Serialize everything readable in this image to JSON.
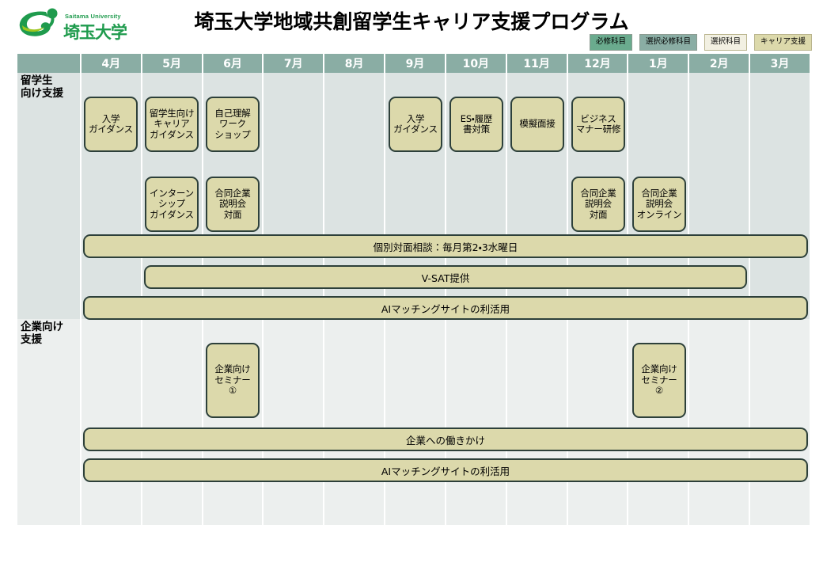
{
  "header": {
    "title": "埼玉大学地域共創留学生キャリア支援プログラム",
    "logo": {
      "name": "saitama-university-logo",
      "en": "Saitama University",
      "jp": "埼玉大学",
      "green": "#1f9b4d",
      "yellow_green": "#9ec61e"
    },
    "legend": [
      {
        "label": "必修科目",
        "bg": "#6aab8e",
        "fg": "#000000",
        "border": "#8d9c92"
      },
      {
        "label": "選択必修科目",
        "bg": "#8aada4",
        "fg": "#000000",
        "border": "#8d9c92"
      },
      {
        "label": "選択科目",
        "bg": "#f2f0e2",
        "fg": "#000000",
        "border": "#b9b48d"
      },
      {
        "label": "キャリア支援",
        "bg": "#dcd9ab",
        "fg": "#000000",
        "border": "#b9b48d"
      }
    ]
  },
  "colors": {
    "header_row_bg": "#8aada4",
    "header_row_fg": "#ffffff",
    "band1_bg": "#dce3e2",
    "band2_bg": "#ecefee",
    "box_bg": "#dcd9ab",
    "box_border": "#2d403a"
  },
  "chart_data": {
    "type": "table",
    "title": "埼玉大学地域共創留学生キャリア支援プログラム",
    "months": [
      "4月",
      "5月",
      "6月",
      "7月",
      "8月",
      "9月",
      "10月",
      "11月",
      "12月",
      "1月",
      "2月",
      "3月"
    ],
    "rows": [
      {
        "label": "留学生\n向け支援",
        "items": [
          {
            "text": "入学\nガイダンス",
            "start_month": "4月",
            "span": 1,
            "lane": 1
          },
          {
            "text": "留学生向け\nキャリア\nガイダンス",
            "start_month": "5月",
            "span": 1,
            "lane": 1
          },
          {
            "text": "自己理解\nワーク\nショップ",
            "start_month": "6月",
            "span": 1,
            "lane": 1
          },
          {
            "text": "入学\nガイダンス",
            "start_month": "9月",
            "span": 1,
            "lane": 1
          },
          {
            "text": "ES・履歴\n書対策",
            "start_month": "10月",
            "span": 1,
            "lane": 1
          },
          {
            "text": "模擬面接",
            "start_month": "11月",
            "span": 1,
            "lane": 1
          },
          {
            "text": "ビジネス\nマナー研修",
            "start_month": "12月",
            "span": 1,
            "lane": 1
          },
          {
            "text": "インターン\nシップ\nガイダンス",
            "start_month": "5月",
            "span": 1,
            "lane": 2
          },
          {
            "text": "合同企業\n説明会\n対面",
            "start_month": "6月",
            "span": 1,
            "lane": 2
          },
          {
            "text": "合同企業\n説明会\n対面",
            "start_month": "12月",
            "span": 1,
            "lane": 2
          },
          {
            "text": "合同企業\n説明会\nオンライン",
            "start_month": "1月",
            "span": 1,
            "lane": 2
          }
        ],
        "bars": [
          {
            "text": "個別対面相談：毎月第2・3水曜日",
            "start_month": "4月",
            "end_month": "3月"
          },
          {
            "text": "V-SAT提供",
            "start_month": "5月",
            "end_month": "2月"
          },
          {
            "text": "AIマッチングサイトの利活用",
            "start_month": "4月",
            "end_month": "3月"
          }
        ]
      },
      {
        "label": "企業向け\n支援",
        "items": [
          {
            "text": "企業向け\nセミナー\n①",
            "start_month": "6月",
            "span": 1,
            "lane": 1
          },
          {
            "text": "企業向け\nセミナー\n②",
            "start_month": "1月",
            "span": 1,
            "lane": 1
          }
        ],
        "bars": [
          {
            "text": "企業への働きかけ",
            "start_month": "4月",
            "end_month": "3月"
          },
          {
            "text": "AIマッチングサイトの利活用",
            "start_month": "4月",
            "end_month": "3月"
          }
        ]
      }
    ]
  }
}
